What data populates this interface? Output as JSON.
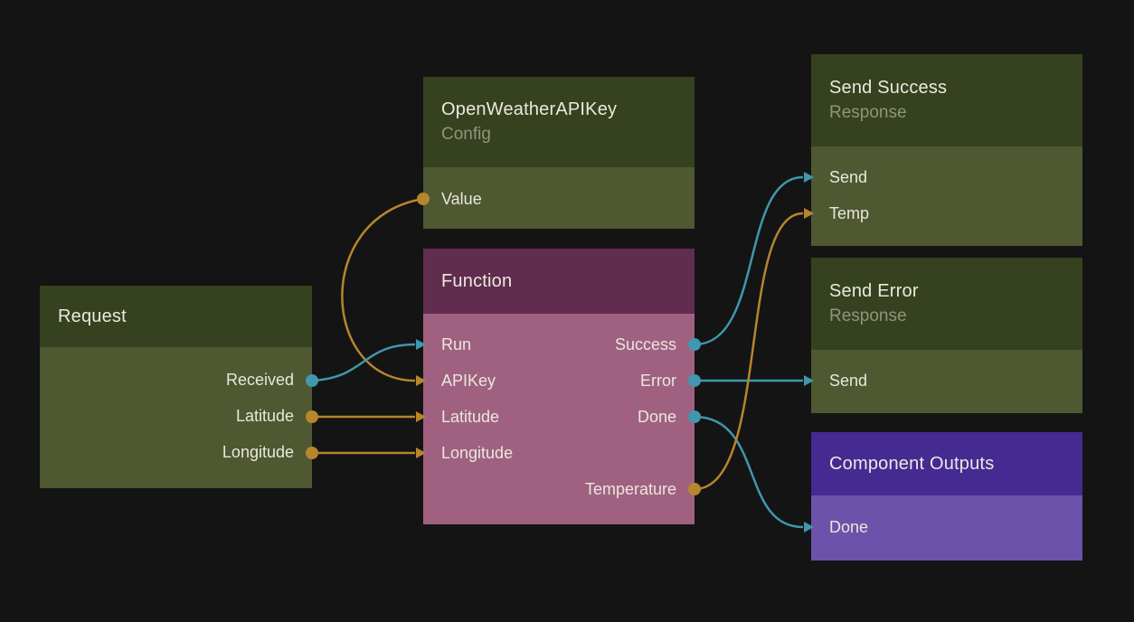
{
  "colors": {
    "background": "#141414",
    "teal": "#4097ae",
    "orange": "#b6862d",
    "green_header": "#36411f",
    "green_body": "#4e5831",
    "maroon_header": "#612d4e",
    "maroon_body": "#a06181",
    "violet_header": "#452a92",
    "violet_body": "#6c52ab",
    "subtitle_text": "#8f947e"
  },
  "nodes": {
    "request": {
      "title": "Request",
      "ports": [
        {
          "label": "Received",
          "type": "output",
          "color": "teal"
        },
        {
          "label": "Latitude",
          "type": "output",
          "color": "orange"
        },
        {
          "label": "Longitude",
          "type": "output",
          "color": "orange"
        }
      ]
    },
    "openweather": {
      "title": "OpenWeatherAPIKey",
      "subtitle": "Config",
      "ports": [
        {
          "label": "Value",
          "type": "output",
          "color": "orange"
        }
      ]
    },
    "function": {
      "title": "Function",
      "inputs": [
        {
          "label": "Run",
          "color": "teal"
        },
        {
          "label": "APIKey",
          "color": "orange"
        },
        {
          "label": "Latitude",
          "color": "orange"
        },
        {
          "label": "Longitude",
          "color": "orange"
        }
      ],
      "outputs": [
        {
          "label": "Success",
          "color": "teal"
        },
        {
          "label": "Error",
          "color": "teal"
        },
        {
          "label": "Done",
          "color": "teal"
        },
        {
          "label": "Temperature",
          "color": "orange"
        }
      ]
    },
    "send_success": {
      "title": "Send Success",
      "subtitle": "Response",
      "ports": [
        {
          "label": "Send",
          "type": "input",
          "color": "teal"
        },
        {
          "label": "Temp",
          "type": "input",
          "color": "orange"
        }
      ]
    },
    "send_error": {
      "title": "Send Error",
      "subtitle": "Response",
      "ports": [
        {
          "label": "Send",
          "type": "input",
          "color": "teal"
        }
      ]
    },
    "component_outputs": {
      "title": "Component Outputs",
      "ports": [
        {
          "label": "Done",
          "type": "input",
          "color": "teal"
        }
      ]
    }
  },
  "edges": [
    {
      "from": "OpenWeatherAPIKey.Value",
      "to": "Function.APIKey",
      "color": "orange"
    },
    {
      "from": "Request.Received",
      "to": "Function.Run",
      "color": "teal"
    },
    {
      "from": "Request.Latitude",
      "to": "Function.Latitude",
      "color": "orange"
    },
    {
      "from": "Request.Longitude",
      "to": "Function.Longitude",
      "color": "orange"
    },
    {
      "from": "Function.Success",
      "to": "Send Success.Send",
      "color": "teal"
    },
    {
      "from": "Function.Error",
      "to": "Send Error.Send",
      "color": "teal"
    },
    {
      "from": "Function.Done",
      "to": "Component Outputs.Done",
      "color": "teal"
    },
    {
      "from": "Function.Temperature",
      "to": "Send Success.Temp",
      "color": "orange"
    }
  ]
}
